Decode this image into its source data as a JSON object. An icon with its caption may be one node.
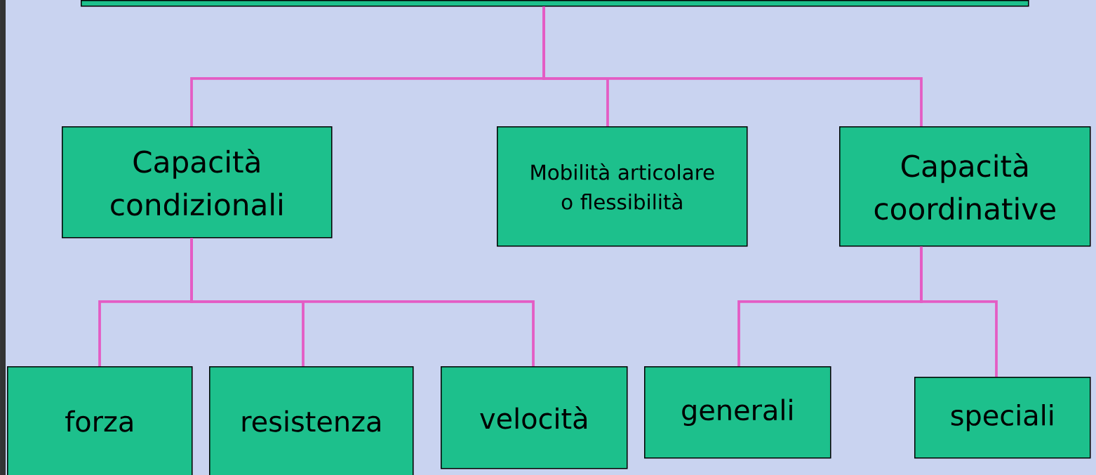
{
  "diagram": {
    "nodes": [
      {
        "text": [],
        "shape": "box"
      },
      {
        "text": [
          "Capacità condizionali"
        ]
      },
      {
        "text": [
          "Mobilità articolare o flessibilità"
        ]
      },
      {
        "text": [
          "Capacità coordinative"
        ]
      },
      {
        "text": [
          "forza"
        ]
      },
      {
        "text": [
          "resistenza"
        ]
      },
      {
        "text": [
          "velocità"
        ]
      },
      {
        "text": [
          "generali"
        ]
      },
      {
        "text": [
          "speciali"
        ]
      }
    ],
    "edges": [
      {
        "from": 0,
        "to": 1,
        "arrow": "none"
      },
      {
        "from": 0,
        "to": 2,
        "arrow": "none"
      },
      {
        "from": 0,
        "to": 3,
        "arrow": "none"
      },
      {
        "from": 1,
        "to": 4,
        "arrow": "none"
      },
      {
        "from": 1,
        "to": 5,
        "arrow": "none"
      },
      {
        "from": 1,
        "to": 6,
        "arrow": "none"
      },
      {
        "from": 3,
        "to": 7,
        "arrow": "none"
      },
      {
        "from": 3,
        "to": 8,
        "arrow": "none"
      }
    ]
  }
}
